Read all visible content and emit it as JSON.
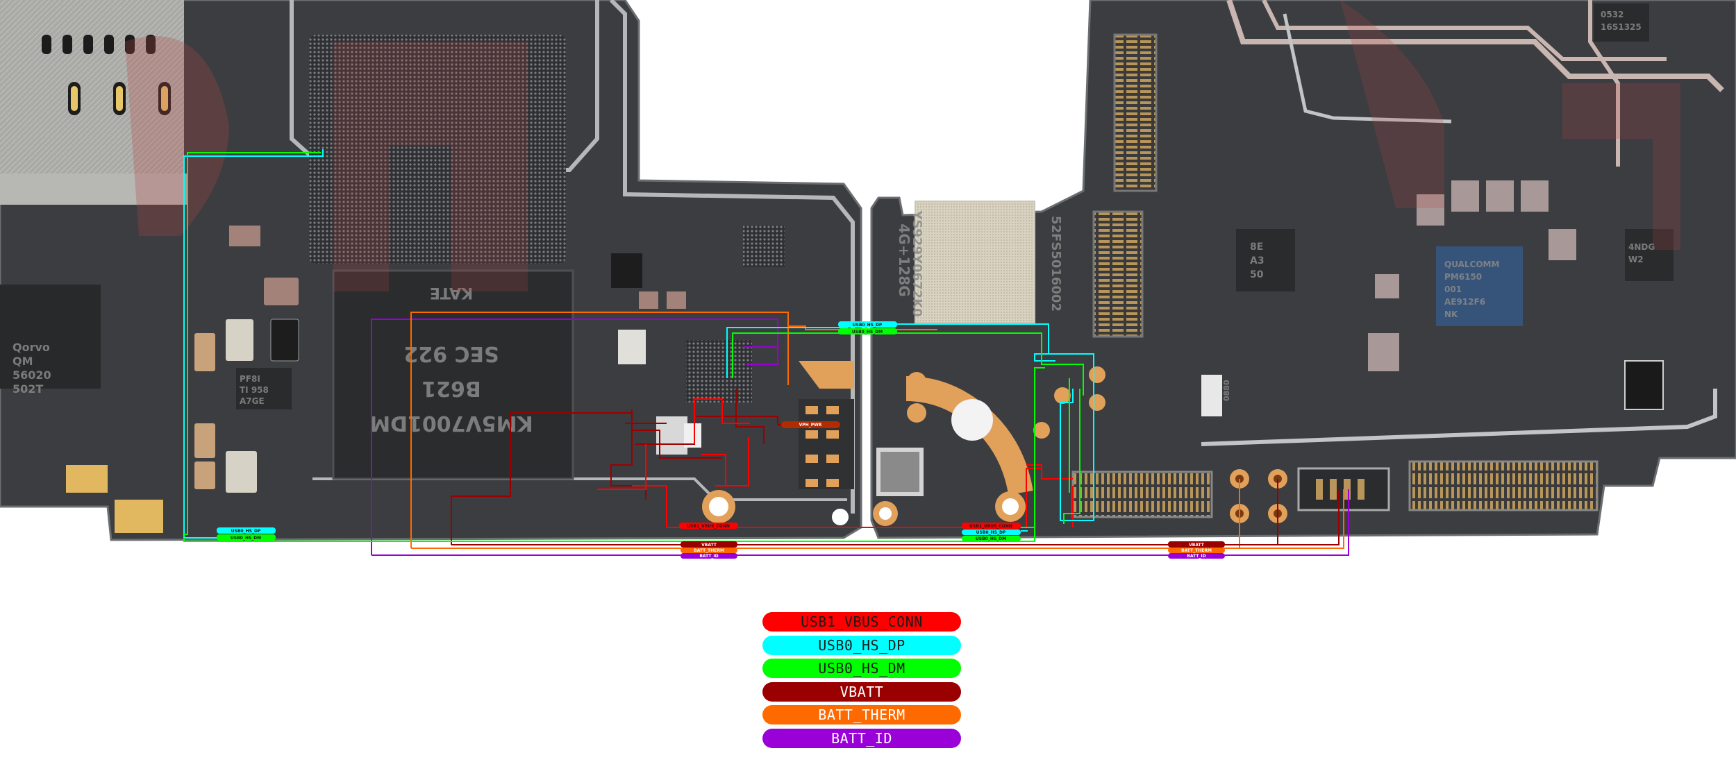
{
  "diagram": {
    "board_markings": {
      "sim_module": [
        "Qorvo",
        "QM",
        "56020",
        "502T"
      ],
      "ic_small": [
        "PF8I",
        "TI 958",
        "A7GE"
      ],
      "emmc": [
        "KM5V7001DM",
        "B621",
        "SEC 922"
      ],
      "emmc_top": "KATE",
      "shield_vertical": "4G+128G",
      "shield_vertical_2": "YS929Y0672K0",
      "shield_vertical_3": "52FS5016002",
      "right_ic": [
        "QUALCOMM",
        "PM6150",
        "001",
        "AE912F6",
        "NK"
      ],
      "right_ic_2": [
        "8E",
        "A3",
        "50"
      ],
      "top_right_chip": [
        "0532",
        "16S1325"
      ],
      "ic_m": [
        "4NDG",
        "W2"
      ],
      "chip_0880": "0880"
    },
    "net_labels": {
      "usb_dp": "USB0_HS_DP",
      "usb_dm": "USB0_HS_DM",
      "vbus": "USB1_VBUS_CONN",
      "vbatt": "VBATT",
      "batt_therm": "BATT_THERM",
      "batt_id": "BATT_ID",
      "vph_pwr": "VPH_PWR"
    }
  },
  "legend": [
    {
      "label": "USB1_VBUS_CONN",
      "color": "#ff0000",
      "text_color": "#1a1a1a"
    },
    {
      "label": "USB0_HS_DP",
      "color": "#00ffff",
      "text_color": "#1a1a1a"
    },
    {
      "label": "USB0_HS_DM",
      "color": "#00ff00",
      "text_color": "#1a1a1a"
    },
    {
      "label": "VBATT",
      "color": "#9b0000",
      "text_color": "#ffffff"
    },
    {
      "label": "BATT_THERM",
      "color": "#ff6a00",
      "text_color": "#ffffff"
    },
    {
      "label": "BATT_ID",
      "color": "#9a00d8",
      "text_color": "#ffffff"
    }
  ],
  "colors": {
    "board": "#3b3d40",
    "board_edge": "#6b6e70",
    "trace": "#a9adaf",
    "vbus": "#ff0000",
    "dp": "#00ffff",
    "dm": "#00ff00",
    "vbatt": "#9b0000",
    "therm": "#ff6a00",
    "id": "#9a00d8",
    "copper": "#e2a15a"
  }
}
